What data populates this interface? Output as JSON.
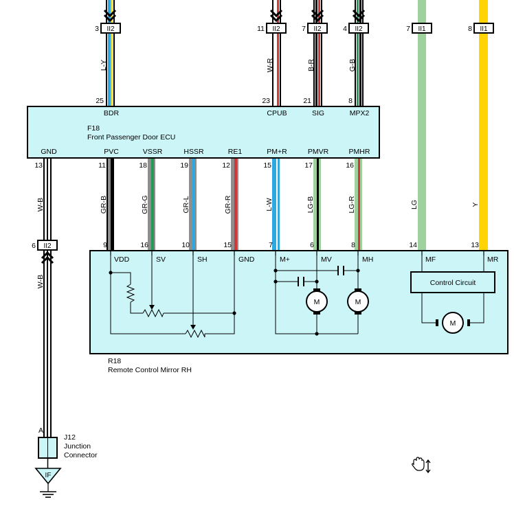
{
  "top_connectors": [
    {
      "pin": "3",
      "conn": "II2"
    },
    {
      "pin": "11",
      "conn": "II2"
    },
    {
      "pin": "7",
      "conn": "II2"
    },
    {
      "pin": "4",
      "conn": "II2"
    },
    {
      "pin": "7",
      "conn": "II1"
    },
    {
      "pin": "8",
      "conn": "II1"
    }
  ],
  "top_wires": [
    "L-Y",
    "W-R",
    "B-R",
    "G-B",
    "LG",
    "Y"
  ],
  "ecu": {
    "ref": "F18",
    "name": "Front Passenger Door ECU",
    "top_pins": [
      {
        "num": "25",
        "label": "BDR"
      },
      {
        "num": "23",
        "label": "CPUB"
      },
      {
        "num": "21",
        "label": "SIG"
      },
      {
        "num": "8",
        "label": "MPX2"
      }
    ],
    "bottom_pins": [
      {
        "num": "13",
        "label": "GND"
      },
      {
        "num": "11",
        "label": "PVC"
      },
      {
        "num": "18",
        "label": "VSSR"
      },
      {
        "num": "19",
        "label": "HSSR"
      },
      {
        "num": "12",
        "label": "RE1"
      },
      {
        "num": "15",
        "label": "PM+R"
      },
      {
        "num": "17",
        "label": "PMVR"
      },
      {
        "num": "16",
        "label": "PMHR"
      }
    ]
  },
  "mid_wires": [
    "W-B",
    "GR-B",
    "GR-G",
    "GR-L",
    "GR-R",
    "L-W",
    "LG-B",
    "LG-R",
    "LG",
    "Y"
  ],
  "gnd_connector": {
    "pin": "6",
    "conn": "II2",
    "wire": "W-B"
  },
  "mirror": {
    "ref": "R18",
    "name": "Remote Control Mirror RH",
    "pins": [
      {
        "num": "9",
        "label": "VDD"
      },
      {
        "num": "16",
        "label": "SV"
      },
      {
        "num": "10",
        "label": "SH"
      },
      {
        "num": "15",
        "label": "GND"
      },
      {
        "num": "7",
        "label": "M+"
      },
      {
        "num": "6",
        "label": "MV"
      },
      {
        "num": "8",
        "label": "MH"
      },
      {
        "num": "14",
        "label": "MF"
      },
      {
        "num": "13",
        "label": "MR"
      }
    ],
    "control_circuit": "Control Circuit",
    "motor_label": "M"
  },
  "junction": {
    "pin": "A",
    "ref": "J12",
    "line1": "Junction",
    "line2": "Connector",
    "ground": "IF"
  },
  "colors": {
    "box_fill": "#ccf5f8",
    "yellow": "#ffd400",
    "light_green": "#9fd19f",
    "blue": "#2ea8e0",
    "red": "#d03838",
    "green": "#239a55",
    "gray": "#8e8e8e"
  }
}
